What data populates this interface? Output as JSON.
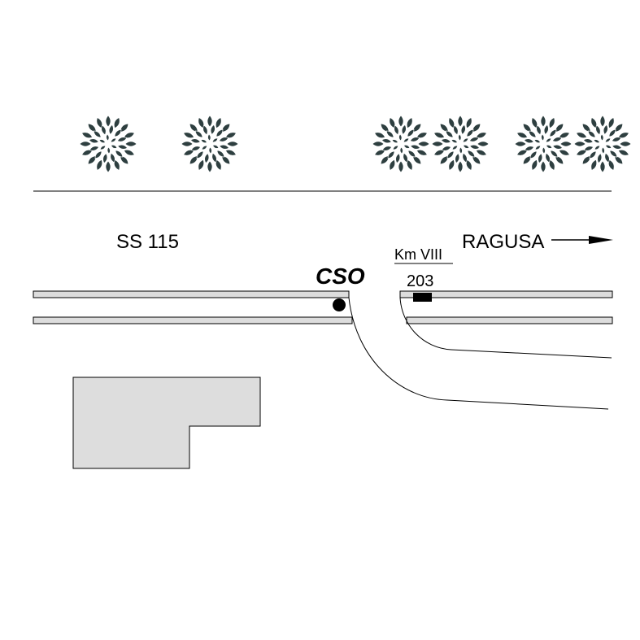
{
  "labels": {
    "road_name": "SS 115",
    "destination": "RAGUSA",
    "station_code": "CSO",
    "km_marker": "Km VIII",
    "km_number": "203"
  },
  "icons": {
    "trees": "tree-icon",
    "direction_arrow": "arrow-right-icon",
    "station_marker": "station-point-icon",
    "km_post": "km-post-icon"
  },
  "colors": {
    "line": "#000000",
    "road_fill": "#dddddd",
    "building_fill": "#dddddd",
    "tree_fill": "#2e3f40",
    "background": "#ffffff"
  }
}
